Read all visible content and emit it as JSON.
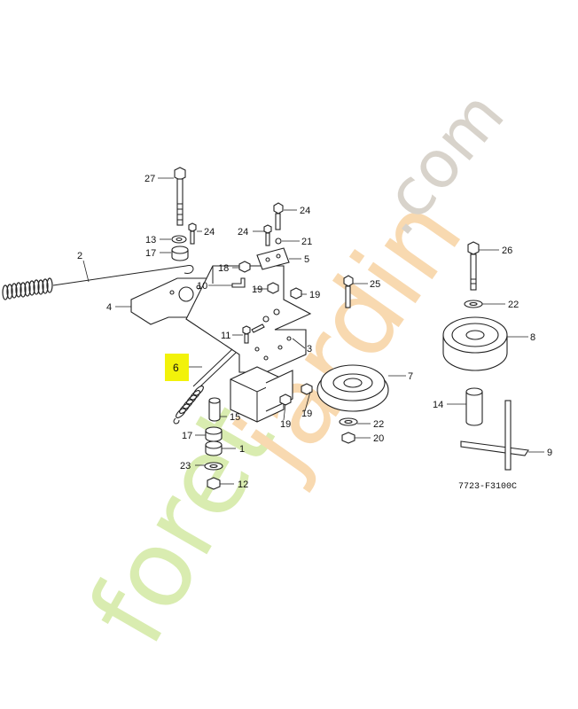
{
  "diagram": {
    "code": "7723-F3100C",
    "highlight_color": "#f2f20a",
    "watermark": {
      "part1": "foret",
      "part2": "jardin",
      "part3": ".com",
      "colors": {
        "green": "#d9ecb0",
        "orange": "#f8d9b0",
        "gray": "#d8d3cb"
      }
    },
    "labels": {
      "l1": "1",
      "l2": "2",
      "l3": "3",
      "l4": "4",
      "l5": "5",
      "l6": "6",
      "l7": "7",
      "l8": "8",
      "l9": "9",
      "l10": "10",
      "l11": "11",
      "l12": "12",
      "l13": "13",
      "l14": "14",
      "l15": "15",
      "l17a": "17",
      "l17b": "17",
      "l18": "18",
      "l19a": "19",
      "l19b": "19",
      "l19c": "19",
      "l19d": "19",
      "l20": "20",
      "l21": "21",
      "l22a": "22",
      "l22b": "22",
      "l23": "23",
      "l24a": "24",
      "l24b": "24",
      "l24c": "24",
      "l25": "25",
      "l26": "26",
      "l27": "27"
    }
  }
}
